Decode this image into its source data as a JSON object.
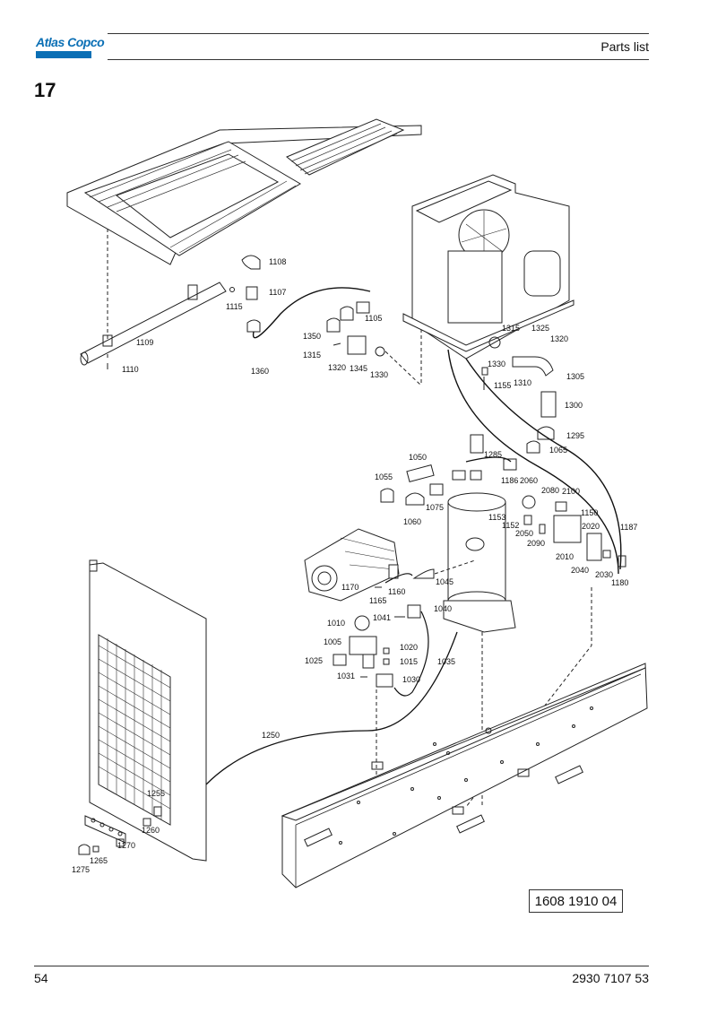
{
  "header": {
    "brand": "Atlas Copco",
    "section_title": "Parts list"
  },
  "figure": {
    "number": "17",
    "drawing_ref": "1608 1910 04",
    "part_labels": [
      "1108",
      "1107",
      "1115",
      "1105",
      "1109",
      "1360",
      "1350",
      "1315",
      "1320",
      "1345",
      "1330",
      "1110",
      "1315",
      "1325",
      "1320",
      "1330",
      "1310",
      "1305",
      "1155",
      "1300",
      "1295",
      "1065",
      "1050",
      "1285",
      "1055",
      "1075",
      "1060",
      "1186",
      "2060",
      "2080",
      "2100",
      "1153",
      "1152",
      "2050",
      "2090",
      "1150",
      "1187",
      "2020",
      "2010",
      "2040",
      "2030",
      "1180",
      "1170",
      "1165",
      "1160",
      "1045",
      "1010",
      "1041",
      "1040",
      "1005",
      "1020",
      "1025",
      "1015",
      "1035",
      "1031",
      "1030",
      "1250",
      "1255",
      "1260",
      "1270",
      "1265",
      "1275"
    ]
  },
  "footer": {
    "page_number": "54",
    "document_number": "2930 7107 53"
  }
}
